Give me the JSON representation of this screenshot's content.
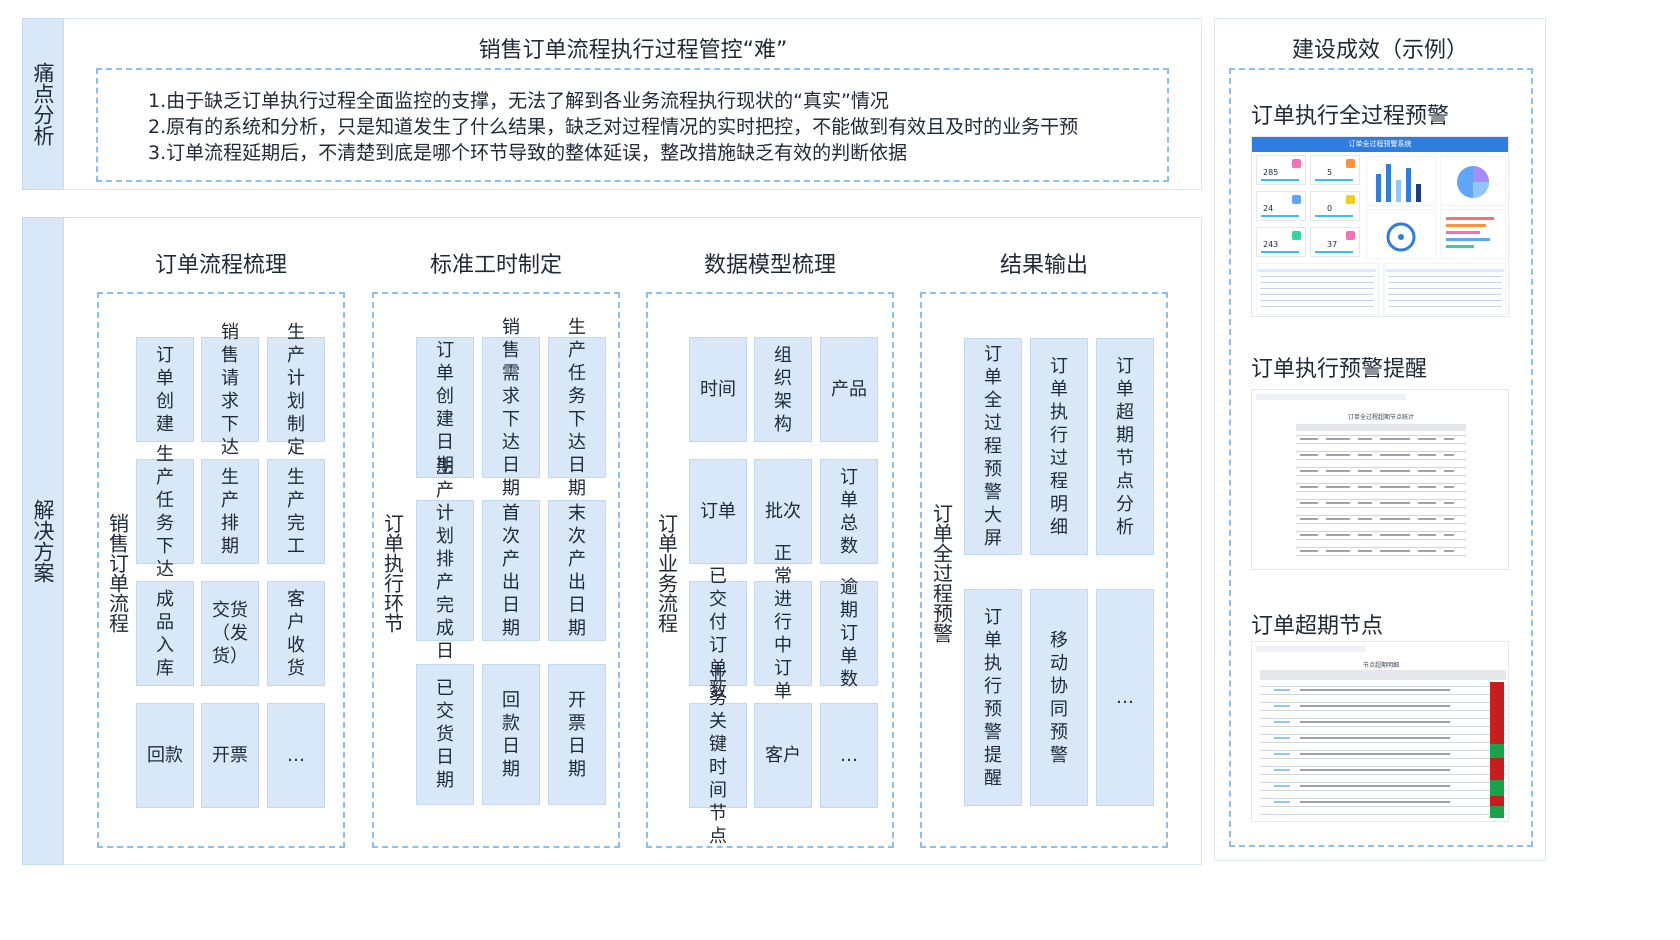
{
  "pain": {
    "side_label": "痛点分析",
    "title": "销售订单流程执行过程管控“难”",
    "lines": [
      "1.由于缺乏订单执行过程全面监控的支撑，无法了解到各业务流程执行现状的“真实”情况",
      "2.原有的系统和分析，只是知道发生了什么结果，缺乏对过程情况的实时把控，不能做到有效且及时的业务干预",
      "3.订单流程延期后，不清楚到底是哪个环节导致的整体延误，整改措施缺乏有效的判断依据"
    ]
  },
  "solution": {
    "side_label": "解决方案",
    "groups": [
      {
        "title": "订单流程梳理",
        "label": "销售订单流程",
        "cells": [
          "订单创建",
          "销售请求下达",
          "生产计划制定",
          "生产任务下达",
          "生产排期",
          "生产完工",
          "成品入库",
          "交货（发货）",
          "客户收货",
          "回款",
          "开票",
          "…"
        ]
      },
      {
        "title": "标准工时制定",
        "label": "订单执行环节",
        "cells": [
          "订单创建日期",
          "销售需求下达日期",
          "生产任务下达日期",
          "生产计划排产完成日期",
          "首次产出日期",
          "末次产出日期",
          "已交货日期",
          "回款日期",
          "开票日期"
        ]
      },
      {
        "title": "数据模型梳理",
        "label": "订单业务流程",
        "cells": [
          "时间",
          "组织架构",
          "产品",
          "订单",
          "批次",
          "订单总数",
          "已交付订单数",
          "正常进行中订单数",
          "逾期订单数",
          "业务关键时间节点",
          "客户",
          "…"
        ]
      },
      {
        "title": "结果输出",
        "label": "订单全过程预警",
        "cells": [
          "订单全过程预警大屏",
          "订单执行过程明细",
          "订单超期节点分析",
          "订单执行预警提醒",
          "移动协同预警",
          "…"
        ]
      }
    ]
  },
  "achievement": {
    "title": "建设成效（示例）",
    "items": [
      {
        "title": "订单执行全过程预警",
        "thumb_header": "订单全过程预警系统",
        "kpis": [
          "285",
          "5",
          "24",
          "0",
          "243",
          "37"
        ]
      },
      {
        "title": "订单执行预警提醒",
        "thumb_header": "订单全过程超期节点统计"
      },
      {
        "title": "订单超期节点",
        "thumb_header": "节点超期明细"
      }
    ]
  },
  "colors": {
    "accent": "#2f7de1",
    "cell_bg": "#d9e8f8",
    "dash": "#8cc0ee",
    "alert_red": "#c81d1d",
    "ok_green": "#18a34a"
  }
}
